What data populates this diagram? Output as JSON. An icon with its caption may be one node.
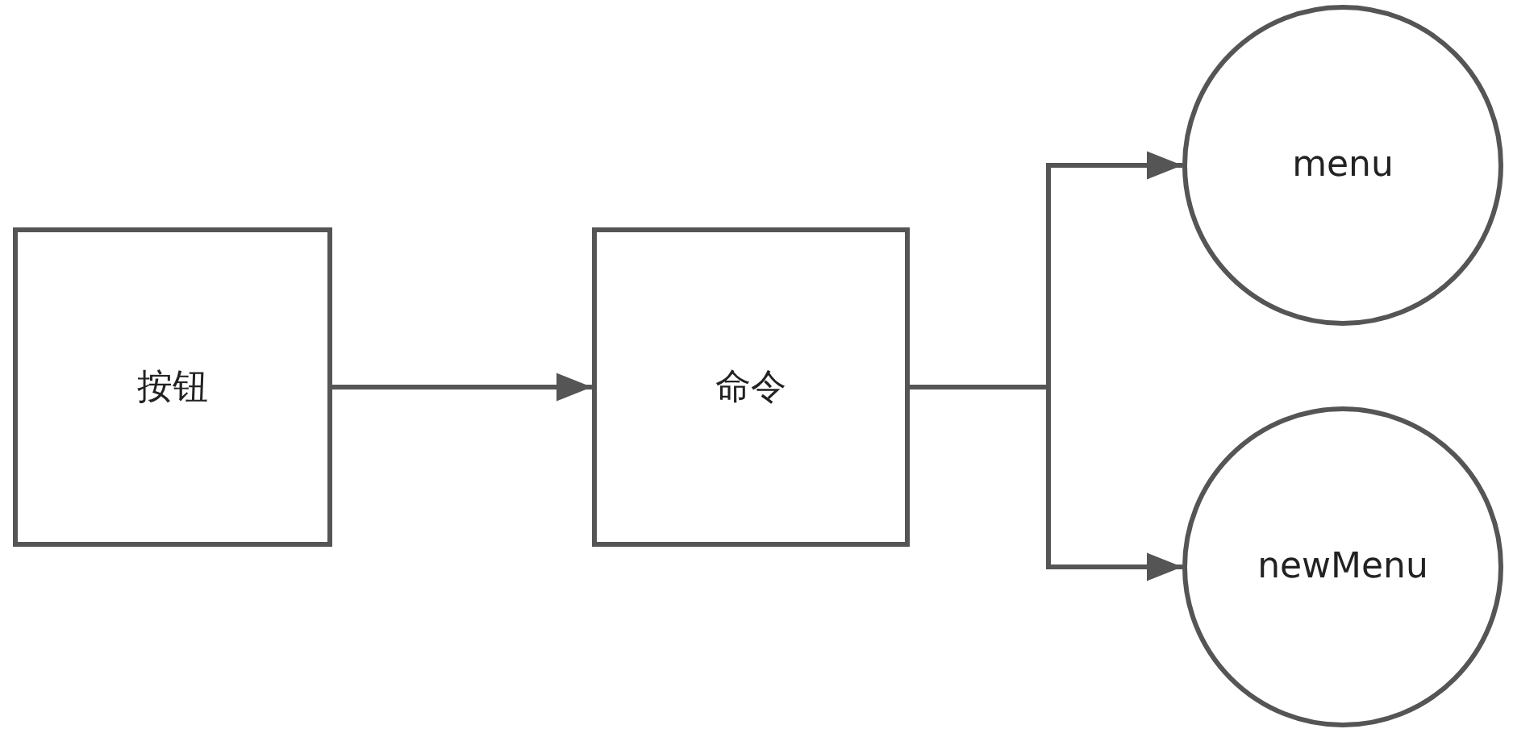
{
  "diagram": {
    "nodes": [
      {
        "text": [
          "按钮"
        ]
      },
      {
        "text": [
          "命令"
        ]
      },
      {
        "text": [
          "menu"
        ]
      },
      {
        "text": [
          "newMenu"
        ]
      }
    ],
    "edges": [
      {
        "from": 0,
        "to": 1,
        "arrow": "to"
      },
      {
        "from": 1,
        "to": 2,
        "arrow": "to"
      },
      {
        "from": 1,
        "to": 3,
        "arrow": "to"
      }
    ]
  }
}
